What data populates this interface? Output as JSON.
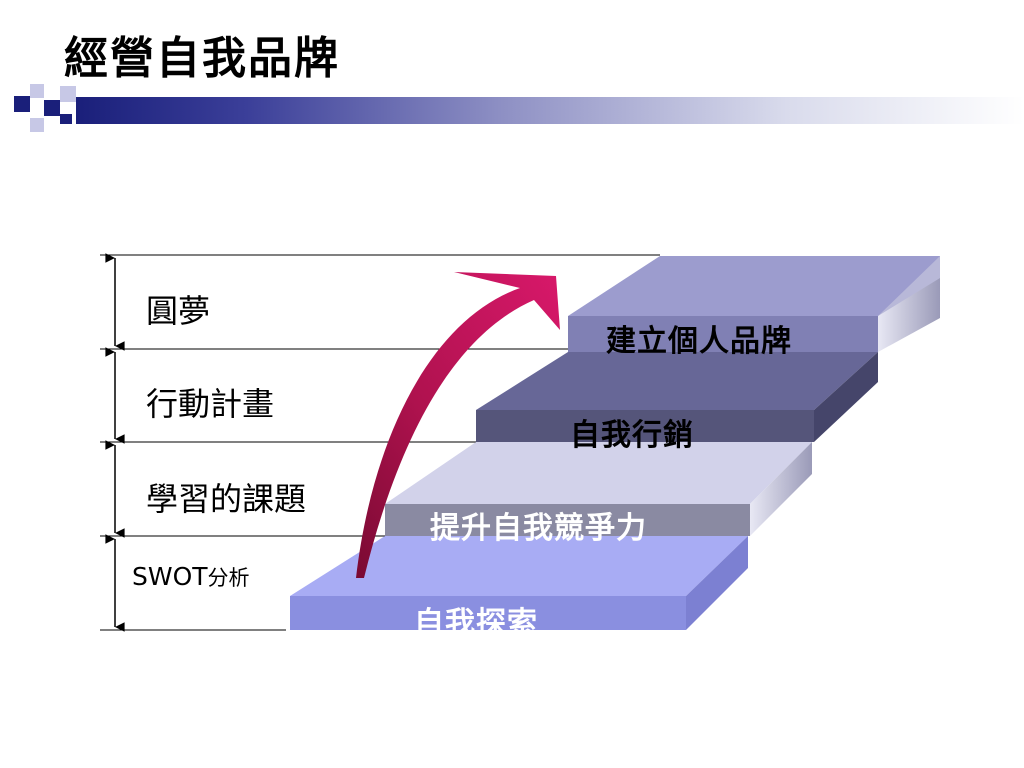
{
  "slide": {
    "title": "經營自我品牌"
  },
  "levels": [
    {
      "label": "圓夢"
    },
    {
      "label": "行動計畫"
    },
    {
      "label": "學習的課題"
    },
    {
      "label_main": "SWOT",
      "label_sub": "分析"
    }
  ],
  "steps": [
    {
      "label": "自我探索",
      "text_color": "#ffffff",
      "front": "#8a8fe0",
      "top": "#a8acf4"
    },
    {
      "label": "提升自我競爭力",
      "text_color": "#ffffff",
      "front": "#8a8aa2",
      "top": "#d2d2ea"
    },
    {
      "label": "自我行銷",
      "text_color": "#000000",
      "front": "#55557a",
      "top": "#676797"
    },
    {
      "label": "建立個人品牌",
      "text_color": "#000000",
      "front": "#8080b4",
      "top": "#9c9cce"
    }
  ],
  "colors": {
    "arrow": "#c8145a",
    "arrow_dark": "#7a0a32",
    "title_bar_dark": "#1a1f7a"
  }
}
